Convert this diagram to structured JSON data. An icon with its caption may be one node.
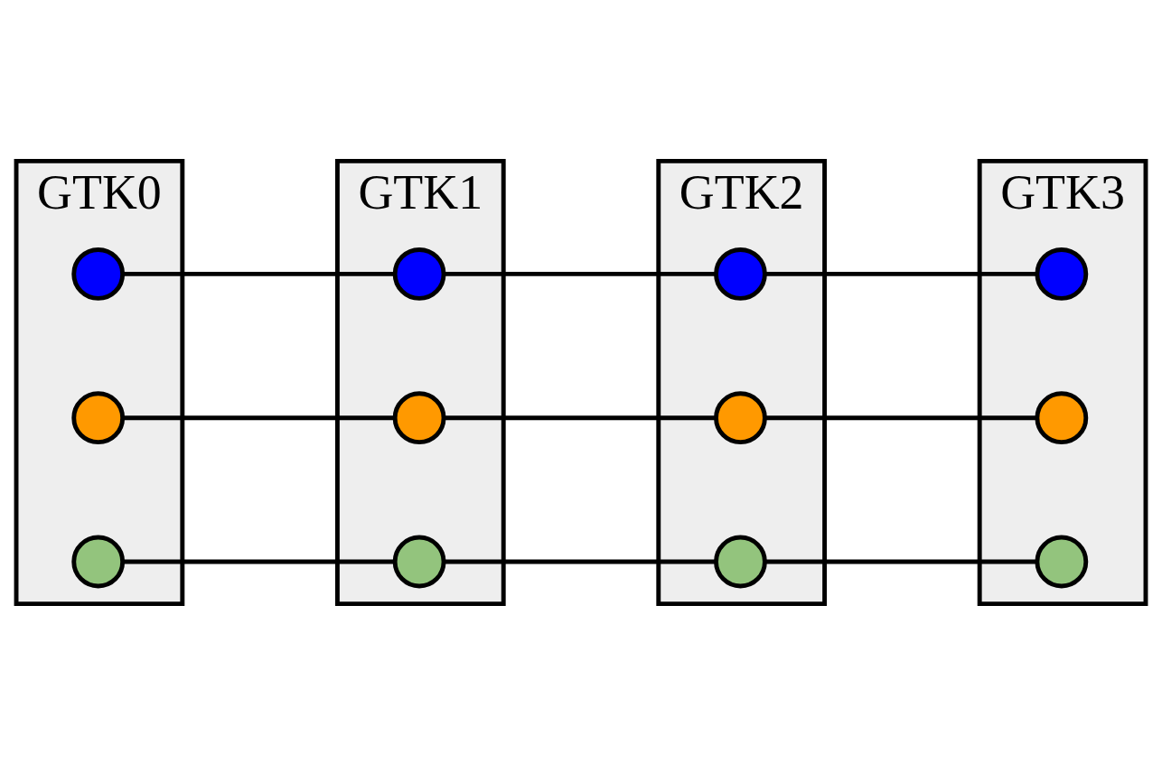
{
  "diagram": {
    "nodes": [
      {
        "text": [
          "GTK0"
        ]
      },
      {
        "text": [],
        "shape": "circle",
        "in": 0
      },
      {
        "text": [],
        "shape": "circle",
        "in": 0
      },
      {
        "text": [],
        "shape": "circle",
        "in": 0
      },
      {
        "text": [
          "GTK1"
        ]
      },
      {
        "text": [],
        "shape": "circle",
        "in": 4
      },
      {
        "text": [],
        "shape": "circle",
        "in": 4
      },
      {
        "text": [],
        "shape": "circle",
        "in": 4
      },
      {
        "text": [
          "GTK2"
        ]
      },
      {
        "text": [],
        "shape": "circle",
        "in": 8
      },
      {
        "text": [],
        "shape": "circle",
        "in": 8
      },
      {
        "text": [],
        "shape": "circle",
        "in": 8
      },
      {
        "text": [
          "GTK3"
        ]
      },
      {
        "text": [],
        "shape": "circle",
        "in": 12
      },
      {
        "text": [],
        "shape": "circle",
        "in": 12
      },
      {
        "text": [],
        "shape": "circle",
        "in": 12
      }
    ],
    "edges": [
      {
        "from": 1,
        "to": 5,
        "arrow": "none"
      },
      {
        "from": 5,
        "to": 9,
        "arrow": "none"
      },
      {
        "from": 9,
        "to": 13,
        "arrow": "none"
      },
      {
        "from": 2,
        "to": 6,
        "arrow": "none"
      },
      {
        "from": 6,
        "to": 10,
        "arrow": "none"
      },
      {
        "from": 10,
        "to": 14,
        "arrow": "none"
      },
      {
        "from": 3,
        "to": 7,
        "arrow": "none"
      },
      {
        "from": 7,
        "to": 11,
        "arrow": "none"
      },
      {
        "from": 11,
        "to": 15,
        "arrow": "none"
      }
    ]
  }
}
